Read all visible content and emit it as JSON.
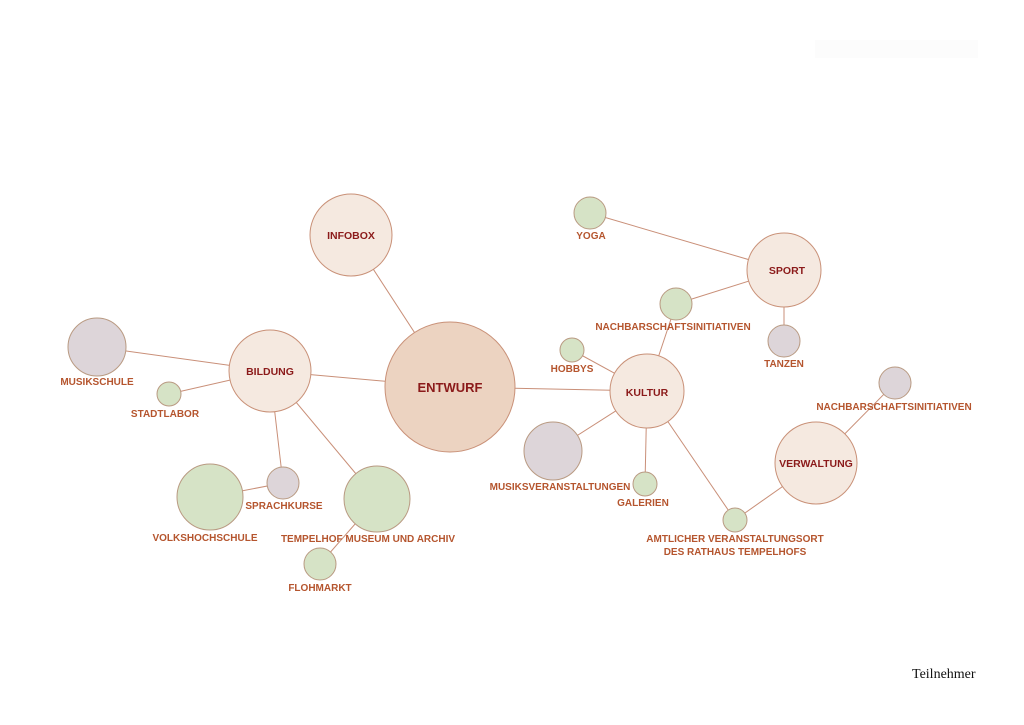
{
  "colors": {
    "main_fill": "#ecd3c1",
    "main_stroke": "#c99178",
    "hub_fill": "#f5e9e0",
    "hub_stroke": "#c99178",
    "green_fill": "#d6e3c6",
    "green_stroke": "#b99a82",
    "grey_fill": "#ddd5d9",
    "grey_stroke": "#b99a82",
    "edge": "#c98f78",
    "hub_text": "#8b1a1a",
    "leaf_text": "#b5552e"
  },
  "nodes": [
    {
      "id": "entwurf",
      "label": [
        "ENTWURF"
      ],
      "kind": "main"
    },
    {
      "id": "infobox",
      "label": [
        "INFOBOX"
      ],
      "kind": "hub"
    },
    {
      "id": "bildung",
      "label": [
        "BILDUNG"
      ],
      "kind": "hub"
    },
    {
      "id": "kultur",
      "label": [
        "KULTUR"
      ],
      "kind": "hub"
    },
    {
      "id": "sport",
      "label": [
        "SPORT"
      ],
      "kind": "hub"
    },
    {
      "id": "verwaltung",
      "label": [
        "VERWALTUNG"
      ],
      "kind": "hub"
    },
    {
      "id": "yoga",
      "label": [
        "YOGA"
      ],
      "kind": "green"
    },
    {
      "id": "nachbar1",
      "label": [
        "NACHBARSCHAFTSINITIATIVEN"
      ],
      "kind": "green"
    },
    {
      "id": "tanzen",
      "label": [
        "TANZEN"
      ],
      "kind": "grey"
    },
    {
      "id": "hobbys",
      "label": [
        "HOBBYS"
      ],
      "kind": "green"
    },
    {
      "id": "musiksv",
      "label": [
        "MUSIKSVERANSTALTUNGEN"
      ],
      "kind": "grey"
    },
    {
      "id": "galerien",
      "label": [
        "GALERIEN"
      ],
      "kind": "green"
    },
    {
      "id": "amtlicher",
      "label": [
        "AMTLICHER VERANSTALTUNGSORT",
        "DES RATHAUS TEMPELHOFS"
      ],
      "kind": "green"
    },
    {
      "id": "nachbar2",
      "label": [
        "NACHBARSCHAFTSINITIATIVEN"
      ],
      "kind": "grey"
    },
    {
      "id": "musikschule",
      "label": [
        "MUSIKSCHULE"
      ],
      "kind": "grey"
    },
    {
      "id": "stadtlabor",
      "label": [
        "STADTLABOR"
      ],
      "kind": "green"
    },
    {
      "id": "sprachkurse",
      "label": [
        "SPRACHKURSE"
      ],
      "kind": "grey"
    },
    {
      "id": "volkshochschule",
      "label": [
        "VOLKSHOCHSCHULE"
      ],
      "kind": "green"
    },
    {
      "id": "tempelhof",
      "label": [
        "TEMPELHOF MUSEUM UND ARCHIV"
      ],
      "kind": "green"
    },
    {
      "id": "flohmarkt",
      "label": [
        "FLOHMARKT"
      ],
      "kind": "green"
    }
  ],
  "edges": [
    [
      "entwurf",
      "infobox"
    ],
    [
      "entwurf",
      "bildung"
    ],
    [
      "entwurf",
      "kultur"
    ],
    [
      "bildung",
      "musikschule"
    ],
    [
      "bildung",
      "stadtlabor"
    ],
    [
      "bildung",
      "sprachkurse"
    ],
    [
      "bildung",
      "tempelhof"
    ],
    [
      "sprachkurse",
      "volkshochschule"
    ],
    [
      "tempelhof",
      "flohmarkt"
    ],
    [
      "kultur",
      "hobbys"
    ],
    [
      "kultur",
      "nachbar1"
    ],
    [
      "kultur",
      "musiksv"
    ],
    [
      "kultur",
      "galerien"
    ],
    [
      "kultur",
      "amtlicher"
    ],
    [
      "nachbar1",
      "sport"
    ],
    [
      "sport",
      "yoga"
    ],
    [
      "sport",
      "tanzen"
    ],
    [
      "amtlicher",
      "verwaltung"
    ],
    [
      "verwaltung",
      "nachbar2"
    ]
  ],
  "legend": {
    "text": "Teilnehmer"
  }
}
